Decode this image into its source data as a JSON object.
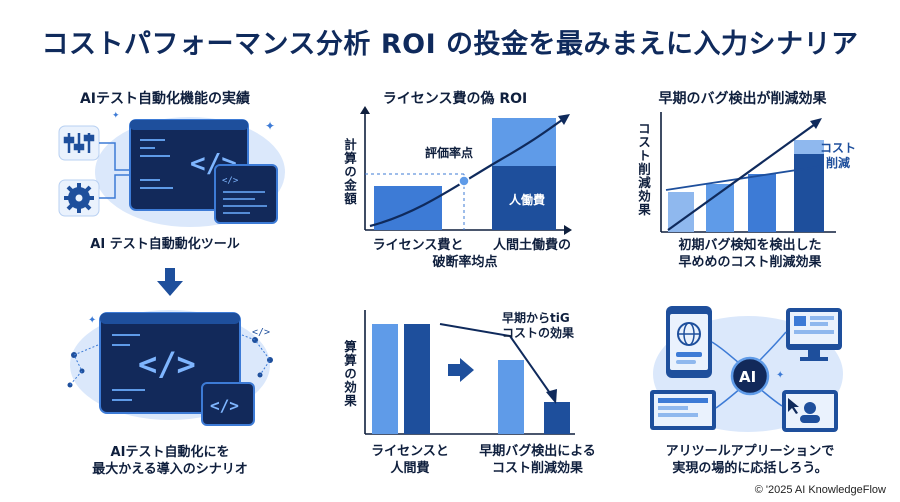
{
  "title": "コストパフォーマンス分析 ROI の投金を最みまえに入力シナリア",
  "panels": {
    "ai_tools": {
      "title": "AIテスト自動化機能の実績",
      "caption": "AI テスト自動動化ツール",
      "code_glyph": "</>",
      "small_glyph": "</>"
    },
    "license": {
      "title": "ライセンス費の偽 ROI",
      "y_label": "計算の金額",
      "point_label": "評価率点",
      "bar_label": "人働費",
      "x_label_left": "ライセンス費と",
      "x_label_right": "人間土働費の",
      "x_label_bottom": "破断率均点"
    },
    "bug": {
      "title": "早期のバグ検出が削減効果",
      "y_label": "コスト削減効果",
      "legend": "コスト\n削減",
      "caption_line1": "初期バグ検知を検出した",
      "caption_line2": "早めめのコスト削減効果"
    },
    "scenario": {
      "caption_line1": "AIテスト自動化にを",
      "caption_line2": "最大かえる導入のシナリオ",
      "code_glyph": "</>",
      "small_glyph": "</>"
    },
    "effect": {
      "y_label": "算算の効果",
      "note_line1": "早期からtiG",
      "note_line2": "コストの効果",
      "x_label_left_1": "ライセンスと",
      "x_label_left_2": "人間費",
      "x_label_right_1": "早期バグ検出による",
      "x_label_right_2": "コスト削減効果"
    },
    "apps": {
      "ai_badge": "AI",
      "caption_line1": "アリツールアプリーションで",
      "caption_line2": "実現の場的に応括しろう。"
    }
  },
  "footer": "© '2025 AI KnowledgeFlow",
  "colors": {
    "navy": "#0f2a5c",
    "dark_blue": "#1e4f9c",
    "mid_blue": "#3d7bd6",
    "light_blue": "#8fb8ee",
    "pale_blue": "#dbe8fb"
  }
}
